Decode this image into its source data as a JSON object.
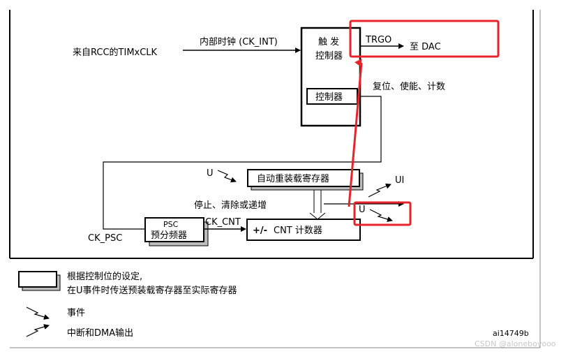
{
  "diagram": {
    "source_label": "来自RCC的TIMxCLK",
    "internal_clock_label": "内部时钟 (CK_INT)",
    "trigger_controller_line1": "触 发",
    "trigger_controller_line2": "控制器",
    "controller_label": "控制器",
    "trgo_label": "TRGO",
    "to_dac_label": "至 DAC",
    "reset_enable_count_label": "复位、使能、计数",
    "u_event_label": "U",
    "auto_reload_label": "自动重装载寄存器",
    "ui_label": "UI",
    "stop_clear_label": "停止、清除或递增",
    "u_label_lower": "U",
    "psc_line1": "PSC",
    "psc_line2": "预分频器",
    "ck_cnt_label": "CK_CNT",
    "cnt_prefix": "+/-",
    "cnt_label": "CNT 计数器",
    "ck_psc_label": "CK_PSC"
  },
  "legend": {
    "preload_line1": "根据控制位的设定,",
    "preload_line2": "在U事件时传送预装载寄存器至实际寄存器",
    "event_label": "事件",
    "interrupt_label": "中断和DMA输出"
  },
  "figure_id": "ai14749b",
  "watermark": "CSDN @aloneboyooo",
  "colors": {
    "annotation_red": "#e8232a"
  }
}
